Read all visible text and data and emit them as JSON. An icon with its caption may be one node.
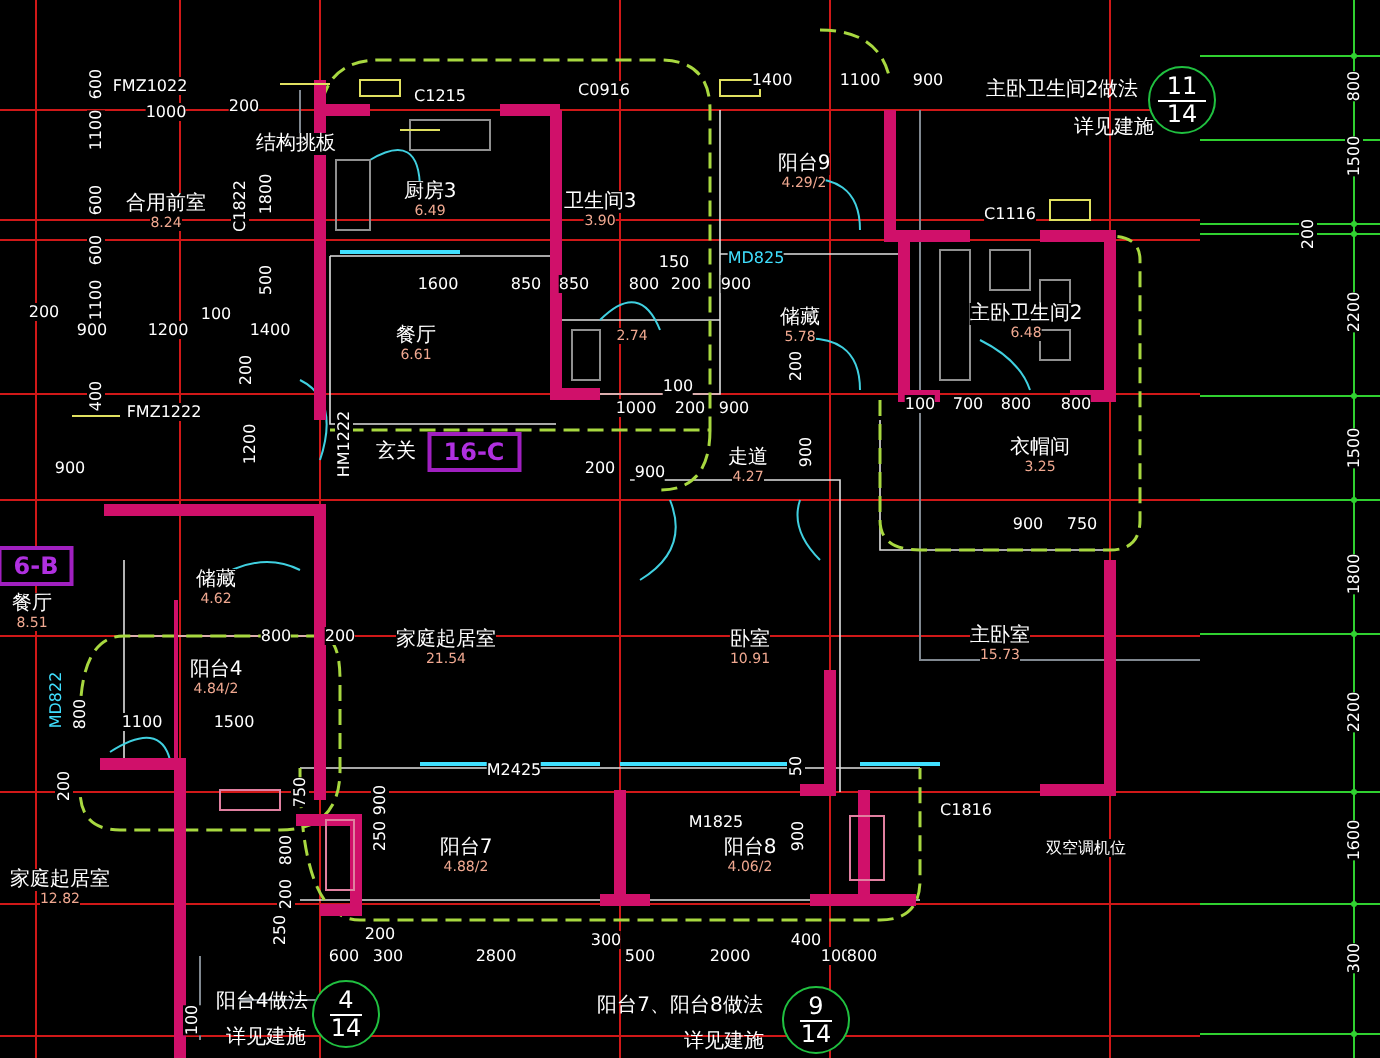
{
  "diagram": {
    "nodes": [
      {
        "text": [
          "结构挑板"
        ]
      },
      {
        "text": [
          "合用前室",
          "8.24"
        ]
      },
      {
        "text": [
          "厨房3",
          "6.49"
        ]
      },
      {
        "text": [
          "卫生间3",
          "3.90"
        ]
      },
      {
        "text": [
          "阳台9",
          "4.29/2"
        ]
      },
      {
        "text": [
          "储藏",
          "5.78"
        ]
      },
      {
        "text": [
          "主卧卫生间2",
          "6.48"
        ]
      },
      {
        "text": [
          "餐厅",
          "6.61"
        ]
      },
      {
        "text": [
          "2.74"
        ]
      },
      {
        "text": [
          "玄关"
        ]
      },
      {
        "text": [
          "16-C"
        ]
      },
      {
        "text": [
          "走道",
          "4.27"
        ]
      },
      {
        "text": [
          "衣帽间",
          "3.25"
        ]
      },
      {
        "text": [
          "6-B"
        ]
      },
      {
        "text": [
          "餐厅",
          "8.51"
        ]
      },
      {
        "text": [
          "储藏",
          "4.62"
        ]
      },
      {
        "text": [
          "阳台4",
          "4.84/2"
        ]
      },
      {
        "text": [
          "家庭起居室",
          "21.54"
        ]
      },
      {
        "text": [
          "卧室",
          "10.91"
        ]
      },
      {
        "text": [
          "主卧室",
          "15.73"
        ]
      },
      {
        "text": [
          "家庭起居室",
          "12.82"
        ]
      },
      {
        "text": [
          "阳台7",
          "4.88/2"
        ]
      },
      {
        "text": [
          "阳台8",
          "4.06/2"
        ]
      },
      {
        "text": [
          "11",
          "14"
        ],
        "beside": [
          "主卧卫生间2做法",
          "详见建施"
        ]
      },
      {
        "text": [
          "4",
          "14"
        ],
        "beside": [
          "阳台4做法",
          "详见建施"
        ]
      },
      {
        "text": [
          "9",
          "14"
        ],
        "beside": [
          "阳台7、阳台8做法",
          "详见建施"
        ]
      }
    ],
    "labels": [
      "FMZ1022",
      "600",
      "1000",
      "200",
      "1100",
      "600",
      "C1822",
      "1800",
      "600",
      "1100",
      "500",
      "200",
      "900",
      "1200",
      "100",
      "1400",
      "200",
      "400",
      "FMZ1222",
      "1200",
      "HM1222",
      "900",
      "C1215",
      "C0916",
      "1400",
      "1100",
      "900",
      "150",
      "MD825",
      "1600",
      "850",
      "850",
      "800",
      "200",
      "900",
      "100",
      "1000",
      "200",
      "900",
      "200",
      "900",
      "200",
      "900",
      "C1116",
      "100",
      "700",
      "800",
      "800",
      "900",
      "750",
      "800",
      "1500",
      "200",
      "2200",
      "1500",
      "1800",
      "2200",
      "1600",
      "300",
      "800",
      "200",
      "MD822",
      "800",
      "1100",
      "1500",
      "200",
      "750",
      "800",
      "200",
      "900",
      "250",
      "250",
      "600",
      "300",
      "200",
      "100",
      "M2425",
      "M1825",
      "50",
      "900",
      "2800",
      "300",
      "500",
      "2000",
      "400",
      "100",
      "800",
      "C1816",
      "双空调机位"
    ]
  }
}
